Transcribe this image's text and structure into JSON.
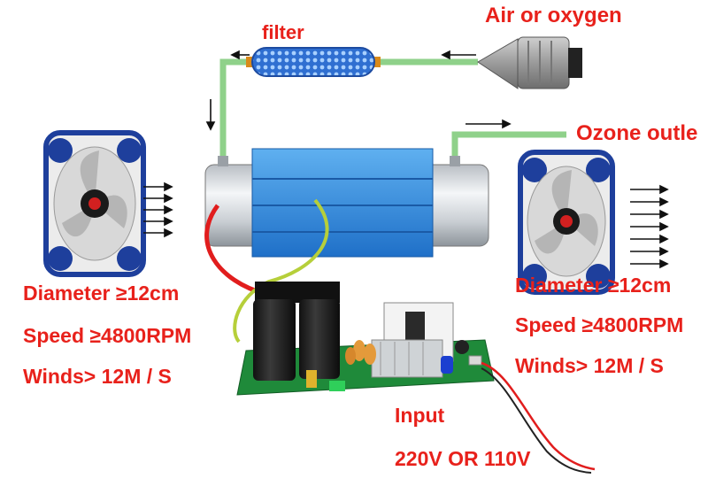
{
  "labels": {
    "filter": "filter",
    "air_inlet": "Air or oxygen",
    "ozone_outlet": "Ozone outle"
  },
  "fan_left": {
    "diameter": "Diameter ≥12cm",
    "speed": "Speed ≥4800RPM",
    "winds": "Winds> 12M / S"
  },
  "fan_right": {
    "diameter": "Diameter ≥12cm",
    "speed": "Speed ≥4800RPM",
    "winds": "Winds> 12M / S"
  },
  "power": {
    "input_label": "Input",
    "voltage": "220V OR 110V"
  },
  "colors": {
    "label_text": "#e8211b",
    "tube": "#8fd18a",
    "ozone_plate": "#2f8ee0",
    "fan_frame": "#1e3f9c",
    "pcb": "#1f8a3a",
    "wire_red": "#e11d1d",
    "wire_green": "#b6cf3a"
  },
  "icons": {
    "fan": "cooling-fan-icon",
    "filter": "filter-cartridge-icon",
    "inlet": "air-inlet-connector-icon",
    "generator": "ozone-tube-icon",
    "board": "power-board-icon"
  }
}
